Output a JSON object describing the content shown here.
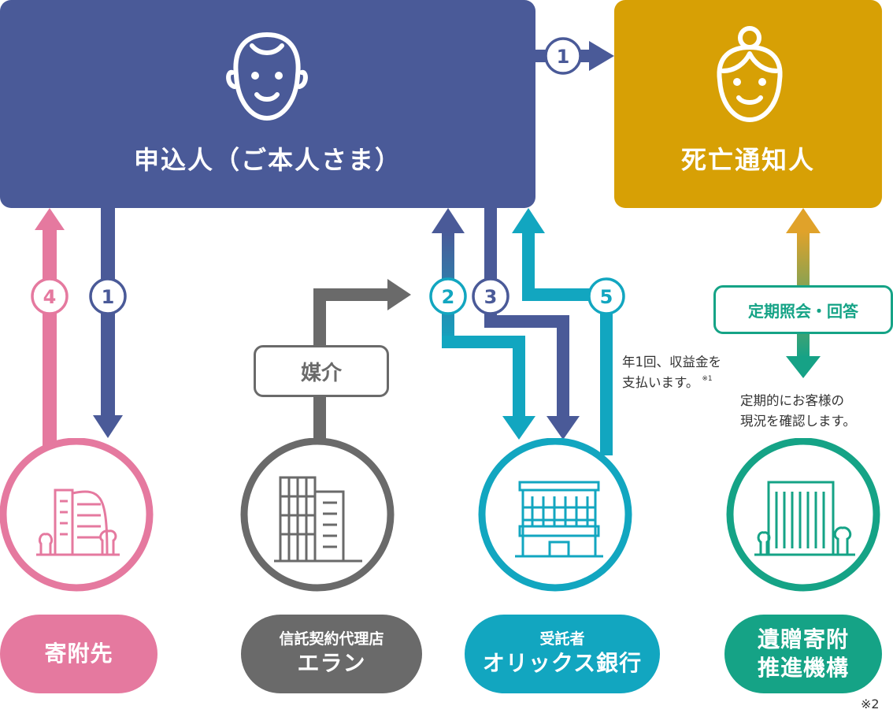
{
  "boxes": {
    "applicant": "申込人（ご本人さま）",
    "notifier": "死亡通知人"
  },
  "entities": [
    {
      "key": "donee",
      "sub": "",
      "name": "寄附先",
      "color": "#e5799f"
    },
    {
      "key": "agent",
      "sub": "信託契約代理店",
      "name": "エラン",
      "color": "#6a6a6a"
    },
    {
      "key": "trustee",
      "sub": "受託者",
      "name": "オリックス銀行",
      "color": "#12a6c0"
    },
    {
      "key": "org",
      "sub": "",
      "name": "遺贈寄附\n推進機構",
      "color": "#15a386"
    }
  ],
  "org_name_lines": [
    "遺贈寄附",
    "推進機構"
  ],
  "tags": {
    "mediation": "媒介",
    "periodic": "定期照会・回答"
  },
  "step_numbers": {
    "s1": "1",
    "s2": "2",
    "s3": "3",
    "s4": "4",
    "s5": "5"
  },
  "notes": {
    "trustee_note_line1": "年1回、収益金を",
    "trustee_note_line2": "支払います。",
    "trustee_note_mark": "※1",
    "org_note_line1": "定期的にお客様の",
    "org_note_line2": "現況を確認します。",
    "footnote": "※2"
  },
  "colors": {
    "navy": "#4a5a98",
    "gold": "#d7a005",
    "pink": "#e5799f",
    "gray": "#6a6a6a",
    "cyan": "#12a6c0",
    "green": "#15a386"
  }
}
